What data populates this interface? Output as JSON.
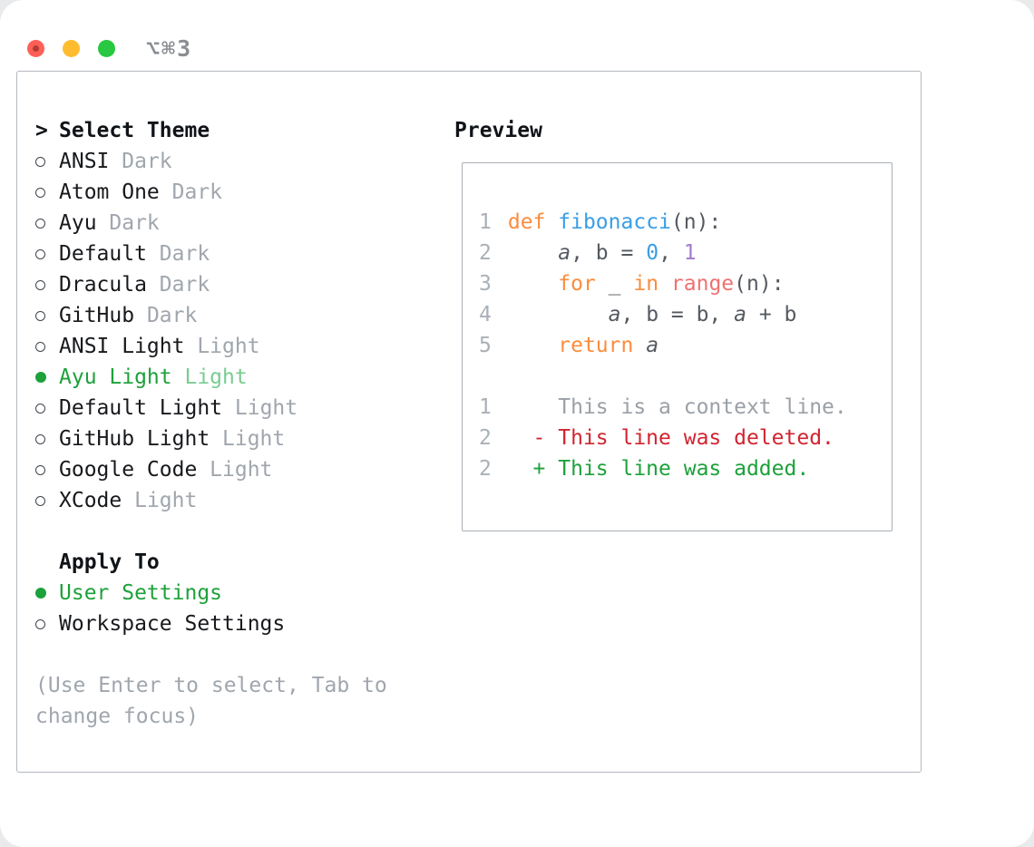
{
  "window": {
    "shortcut": "⌥⌘3"
  },
  "theme_list": {
    "header_prefix": ">",
    "header": "Select Theme",
    "items": [
      {
        "name": "ANSI",
        "variant": "Dark",
        "selected": false
      },
      {
        "name": "Atom One",
        "variant": "Dark",
        "selected": false
      },
      {
        "name": "Ayu",
        "variant": "Dark",
        "selected": false
      },
      {
        "name": "Default",
        "variant": "Dark",
        "selected": false
      },
      {
        "name": "Dracula",
        "variant": "Dark",
        "selected": false
      },
      {
        "name": "GitHub",
        "variant": "Dark",
        "selected": false
      },
      {
        "name": "ANSI Light",
        "variant": "Light",
        "selected": false
      },
      {
        "name": "Ayu Light",
        "variant": "Light",
        "selected": true
      },
      {
        "name": "Default Light",
        "variant": "Light",
        "selected": false
      },
      {
        "name": "GitHub Light",
        "variant": "Light",
        "selected": false
      },
      {
        "name": "Google Code",
        "variant": "Light",
        "selected": false
      },
      {
        "name": "XCode",
        "variant": "Light",
        "selected": false
      }
    ]
  },
  "apply_to": {
    "header": "Apply To",
    "options": [
      {
        "label": "User Settings",
        "selected": true
      },
      {
        "label": "Workspace Settings",
        "selected": false
      }
    ]
  },
  "hint": "(Use Enter to select, Tab to change focus)",
  "preview": {
    "header": "Preview",
    "code_lines": [
      {
        "num": "1",
        "segments": [
          {
            "t": "def",
            "c": "keyword"
          },
          {
            "t": " ",
            "c": "fg"
          },
          {
            "t": "fibonacci",
            "c": "function"
          },
          {
            "t": "(n):",
            "c": "fg"
          }
        ]
      },
      {
        "num": "2",
        "segments": [
          {
            "t": "    ",
            "c": "fg"
          },
          {
            "t": "a",
            "c": "fg",
            "i": true
          },
          {
            "t": ", b = ",
            "c": "fg"
          },
          {
            "t": "0",
            "c": "number_blue"
          },
          {
            "t": ", ",
            "c": "fg"
          },
          {
            "t": "1",
            "c": "number_purple"
          }
        ]
      },
      {
        "num": "3",
        "segments": [
          {
            "t": "    ",
            "c": "fg"
          },
          {
            "t": "for",
            "c": "keyword"
          },
          {
            "t": " _ ",
            "c": "fg"
          },
          {
            "t": "in",
            "c": "keyword"
          },
          {
            "t": " ",
            "c": "fg"
          },
          {
            "t": "range",
            "c": "builtin"
          },
          {
            "t": "(n):",
            "c": "fg"
          }
        ]
      },
      {
        "num": "4",
        "segments": [
          {
            "t": "        ",
            "c": "fg"
          },
          {
            "t": "a",
            "c": "fg",
            "i": true
          },
          {
            "t": ", b = b, ",
            "c": "fg"
          },
          {
            "t": "a",
            "c": "fg",
            "i": true
          },
          {
            "t": " + b",
            "c": "fg"
          }
        ]
      },
      {
        "num": "5",
        "segments": [
          {
            "t": "    ",
            "c": "fg"
          },
          {
            "t": "return",
            "c": "keyword"
          },
          {
            "t": " ",
            "c": "fg"
          },
          {
            "t": "a",
            "c": "fg",
            "i": true
          }
        ]
      }
    ],
    "diff_lines": [
      {
        "num": "1",
        "text": "    This is a context line.",
        "c": "context"
      },
      {
        "num": "2",
        "text": "  - This line was deleted.",
        "c": "deleted"
      },
      {
        "num": "2",
        "text": "  + This line was added.",
        "c": "added"
      }
    ]
  },
  "colors": {
    "selected_green": "#1da13a",
    "keyword": "#fa8d3e",
    "function": "#399ee6",
    "number_blue": "#399ee6",
    "number_purple": "#a37acc",
    "builtin": "#f07171",
    "fg": "#545a61",
    "line_number": "#a9b0b6",
    "context": "#9aa0a6",
    "deleted": "#d1242f",
    "added": "#1da13a"
  }
}
